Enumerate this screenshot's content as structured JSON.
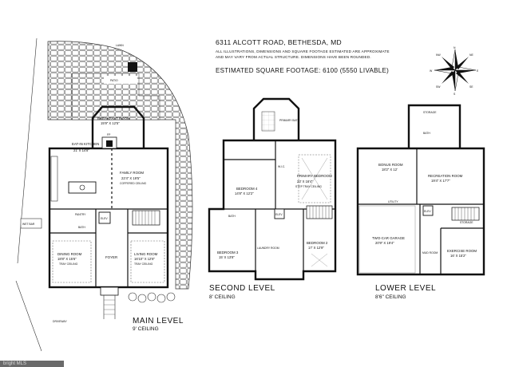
{
  "header": {
    "address": "6311 ALCOTT ROAD, BETHESDA, MD",
    "note_line1": "ALL ILLUSTRATIONS, DIMENSIONS AND SQUARE FOOTAGE ESTIMATED ARE APPROXIMATE",
    "note_line2": "AND MAY VARY FROM ACTUAL STRUCTURE. DIMENSIONS HAVE BEEN ROUNDED.",
    "sqft": "ESTIMATED SQUARE FOOTAGE: 6100 (5550 LIVABLE)"
  },
  "compass": {
    "n": "N",
    "ne": "NE",
    "e": "E",
    "se": "SE",
    "s": "S",
    "sw": "SW",
    "w": "W",
    "nw": "NW"
  },
  "main_level": {
    "title": "MAIN LEVEL",
    "ceiling": "9' CEILING",
    "lawn": "LAWN",
    "patio": "PATIO",
    "driveway": "DRIVEWAY",
    "breakfast": {
      "name": "BREAKFAST ROOM",
      "dim": "15'9\" X 12'5\""
    },
    "kitchen": {
      "name": "EAT-IN KITCHEN",
      "dim": "21' X 14'8\""
    },
    "family": {
      "name": "FAMILY ROOM",
      "dim": "22'4\" X 19'5\"",
      "note": "COFFERED CEILING"
    },
    "dining": {
      "name": "DINING ROOM",
      "dim": "18'8\" X 15'6\"",
      "note": "TRAY CEILING"
    },
    "living": {
      "name": "LIVING ROOM",
      "dim": "16'10\" X 12'8\"",
      "note": "TRAY CEILING"
    },
    "foyer": "FOYER",
    "wet_bar": "WET BAR",
    "pantry": "PANTRY",
    "elev": "ELEV",
    "bath": "BATH",
    "fp": "FP"
  },
  "second_level": {
    "title": "SECOND LEVEL",
    "ceiling": "8' CEILING",
    "primary_bath": "PRIMARY BATH",
    "primary_bedroom": {
      "name": "PRIMARY BEDROOM",
      "dim": "23' X 16'4\"",
      "note": "STEP TRAY CEILING"
    },
    "bedroom4": {
      "name": "BEDROOM 4",
      "dim": "14'8\" X 12'2\""
    },
    "bedroom3": {
      "name": "BEDROOM 3",
      "dim": "15' X 13'8\""
    },
    "bedroom2": {
      "name": "BEDROOM 2",
      "dim": "17' X 12'9\""
    },
    "laundry": "LAUNDRY ROOM",
    "wic": "W.I.C.",
    "bath": "BATH",
    "elev": "ELEV"
  },
  "lower_level": {
    "title": "LOWER LEVEL",
    "ceiling": "8'6\" CEILING",
    "storage": "STORAGE",
    "bonus": {
      "name": "BONUS ROOM",
      "dim": "18'2\" X 12'"
    },
    "recreation": {
      "name": "RECREATION ROOM",
      "dim": "19'4\" X 17'7\""
    },
    "garage": {
      "name": "TWO-CAR GARAGE",
      "dim": "20'9\" X 19'4\""
    },
    "mud": "MUD ROOM",
    "exercise": {
      "name": "EXERCISE ROOM",
      "dim": "16' X 15'2\""
    },
    "utility": "UTILITY",
    "storage2": "STORAGE",
    "bath": "BATH",
    "elev": "ELEV"
  },
  "watermark": "bright MLS"
}
